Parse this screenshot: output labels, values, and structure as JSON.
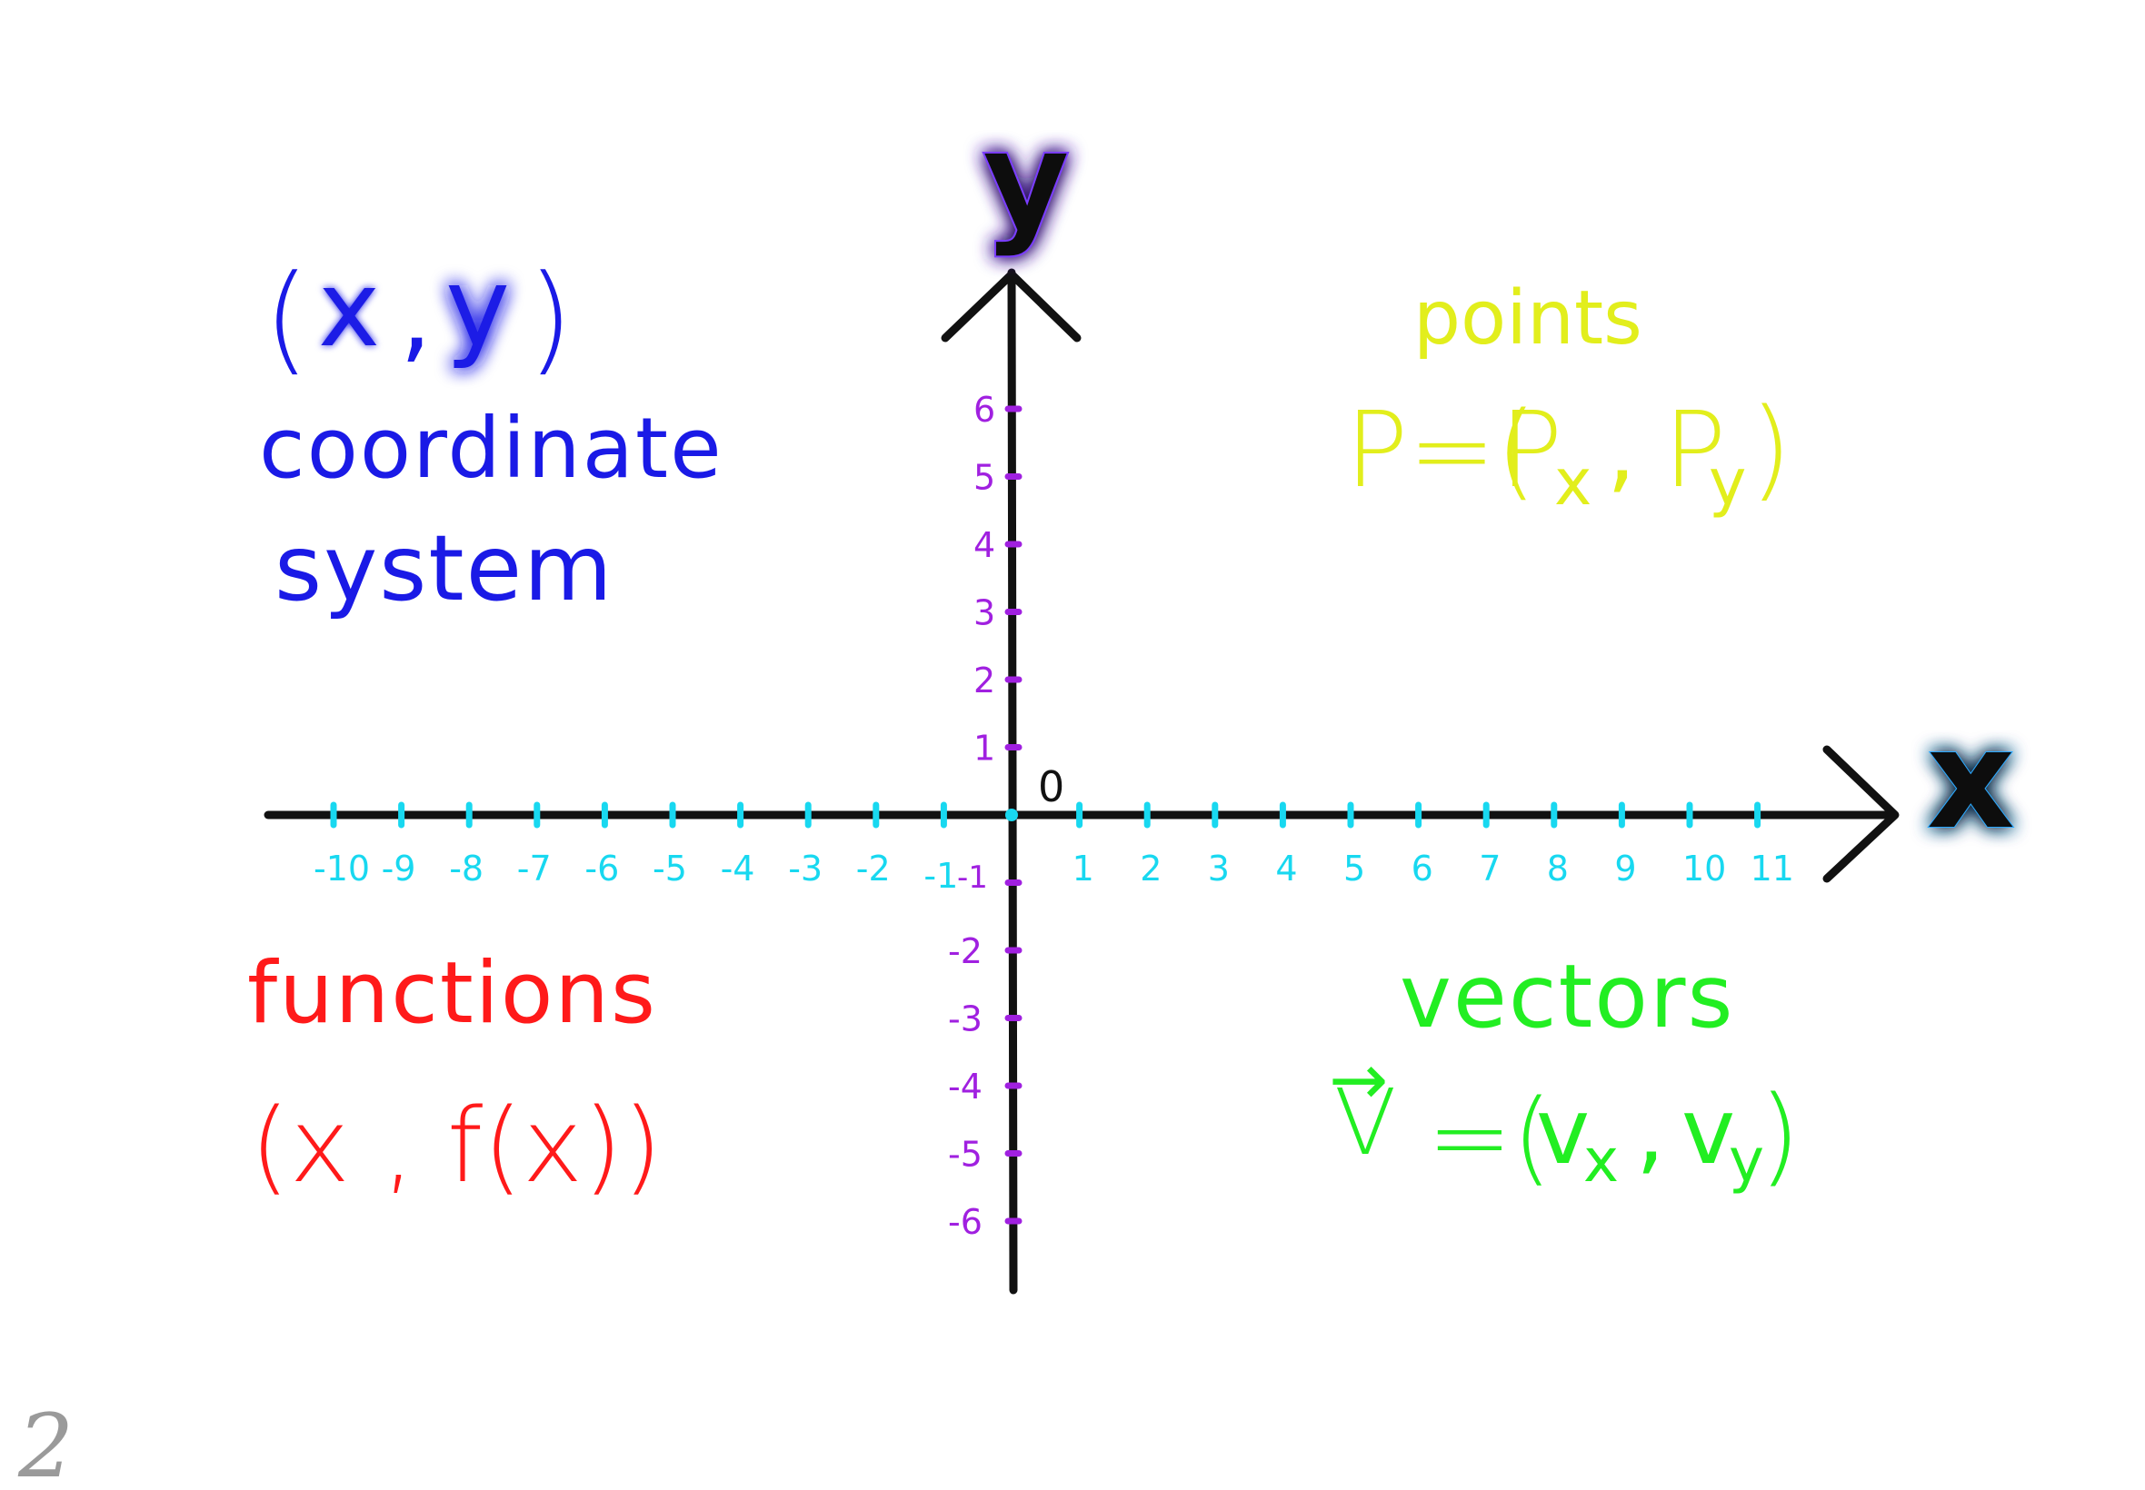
{
  "colors": {
    "axis": "#111111",
    "x_ticks": "#18d8f0",
    "y_ticks": "#a020e0",
    "coordinate": "#1a1ae6",
    "points": "#e6f020",
    "functions": "#ff1a1a",
    "vectors": "#22ee22",
    "x_glow": "#2aa8ff",
    "y_glow": "#7a3cff",
    "page_number": "#8a8a8a"
  },
  "axes": {
    "x_label": "x",
    "y_label": "y",
    "origin_label": "0",
    "x_ticks": [
      -10,
      -9,
      -8,
      -7,
      -6,
      -5,
      -4,
      -3,
      -2,
      -1,
      1,
      2,
      3,
      4,
      5,
      6,
      7,
      8,
      9,
      10,
      11
    ],
    "y_ticks": [
      6,
      5,
      4,
      3,
      2,
      1,
      -1,
      -2,
      -3,
      -4,
      -5,
      -6
    ]
  },
  "coordinate": {
    "pair_open": "(",
    "pair_x": "x",
    "pair_comma": ",",
    "pair_y": "y",
    "pair_close": ")",
    "line1": "coordinate",
    "line2": "system"
  },
  "points": {
    "title": "points",
    "formula_lhs": "P=(",
    "px": "P",
    "px_sub": "x",
    "comma": ",",
    "py": "P",
    "py_sub": "y",
    "close": ")"
  },
  "functions": {
    "title": "functions",
    "formula": "(x , f(x))"
  },
  "vectors": {
    "title": "vectors",
    "v_symbol": "V",
    "v_arrow": "→",
    "formula_rest": "=(",
    "vx": "v",
    "vx_sub": "x",
    "comma": ",",
    "vy": "v",
    "vy_sub": "y",
    "close": ")"
  },
  "page_number": "2"
}
